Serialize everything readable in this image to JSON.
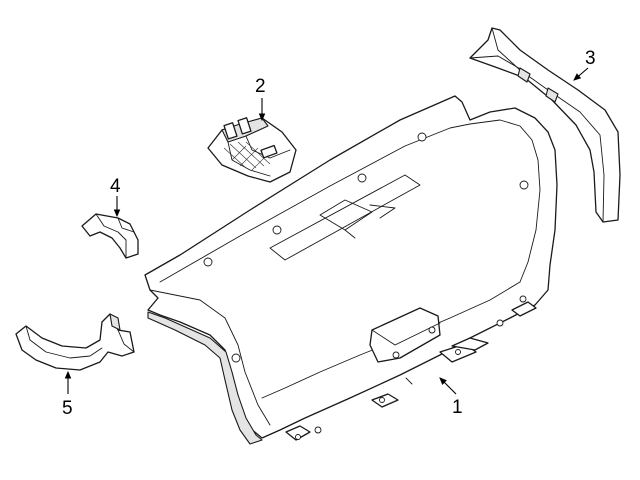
{
  "callouts": {
    "part_1": "1",
    "part_2": "2",
    "part_3": "3",
    "part_4": "4",
    "part_5": "5"
  },
  "colors": {
    "line": "#1a1a1a",
    "shade": "#e4e4e4",
    "background": "#ffffff"
  }
}
